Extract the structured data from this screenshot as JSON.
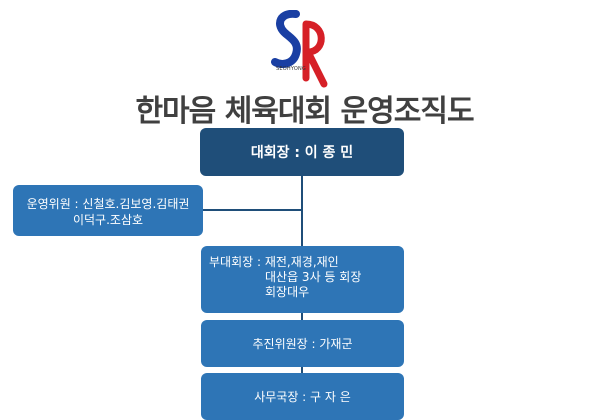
{
  "logo": {
    "text": "SEOHYONG",
    "colors": {
      "blue": "#1a3fa3",
      "red": "#d62027"
    }
  },
  "title": "한마음 체육대회 운영조직도",
  "nodes": {
    "president": {
      "label": "대회장 : 이 종 민"
    },
    "operations": {
      "line1": "운영위원 : 신철호.김보영.김태권",
      "line2": "이덕구.조삼호"
    },
    "vice_president": {
      "role": "부대회장 : ",
      "line1": "재전,재경,재인",
      "line2": "대산읍 3사 등 회장",
      "line3": "회장대우"
    },
    "promotion": {
      "label": "추진위원장 : 가재군"
    },
    "secretary": {
      "label": "사무국장 : 구 자 은"
    }
  },
  "colors": {
    "dark_box": "#1f4e79",
    "box": "#2e75b6",
    "title": "#404040"
  }
}
